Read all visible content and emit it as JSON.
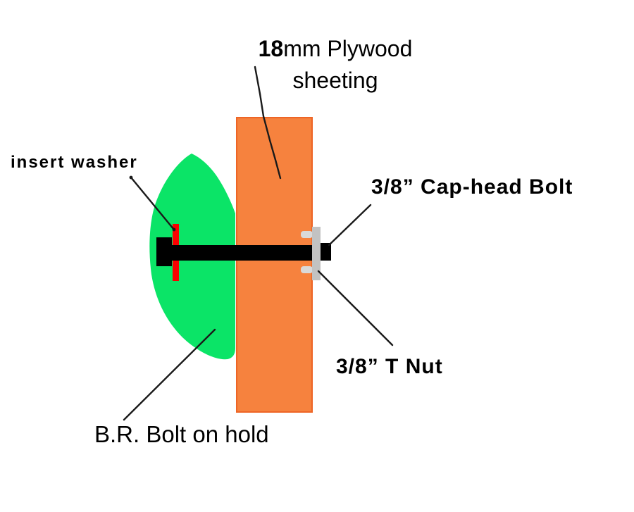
{
  "colors": {
    "background": "#ffffff",
    "hold_green": "#0be467",
    "plywood_orange": "#f6823e",
    "plywood_border": "#ee6526",
    "washer_red": "#fa0000",
    "bolt_black": "#000000",
    "tnut_flange_gray": "#c2c2c2",
    "tnut_prong_gray": "#d9d9d9",
    "line_color": "#1a1a1a",
    "text_color": "#000000"
  },
  "labels": {
    "plywood_thickness": "18",
    "plywood_line1": "mm Plywood",
    "plywood_line2": "sheeting",
    "insert_washer": "insert washer",
    "cap_head_bolt": "3/8” Cap-head Bolt",
    "t_nut": "3/8” T Nut",
    "bolt_on_hold": "B.R. Bolt on hold"
  }
}
